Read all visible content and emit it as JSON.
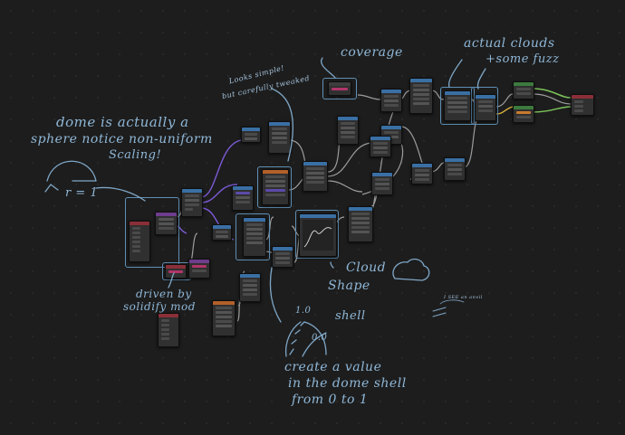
{
  "annotations": {
    "dome_line1": "dome is actually a",
    "dome_line2": "sphere notice non-uniform",
    "dome_line3": "Scaling!",
    "radius": "r = 1",
    "looks_simple_1": "Looks simple!",
    "looks_simple_2": "but carefully tweaked",
    "coverage": "coverage",
    "actual_clouds_1": "actual clouds",
    "actual_clouds_2": "+some fuzz",
    "cloud_shape_1": "Cloud",
    "cloud_shape_2": "Shape",
    "driven_by_1": "driven by",
    "driven_by_2": "solidify mod",
    "shell": "shell",
    "gauge_top": "1.0",
    "gauge_bottom": "0.0",
    "create_1": "create a value",
    "create_2": "in the dome shell",
    "create_3": "from 0 to 1",
    "tiny_note": "I SEE an anvil"
  },
  "colors": {
    "background": "#1d1d1d",
    "annotation_ink": "#8fb7d7",
    "link_gray": "#a7a7a7",
    "link_purple": "#7b5bd6",
    "link_green": "#7cc35a",
    "link_yellow": "#d8b23c"
  }
}
